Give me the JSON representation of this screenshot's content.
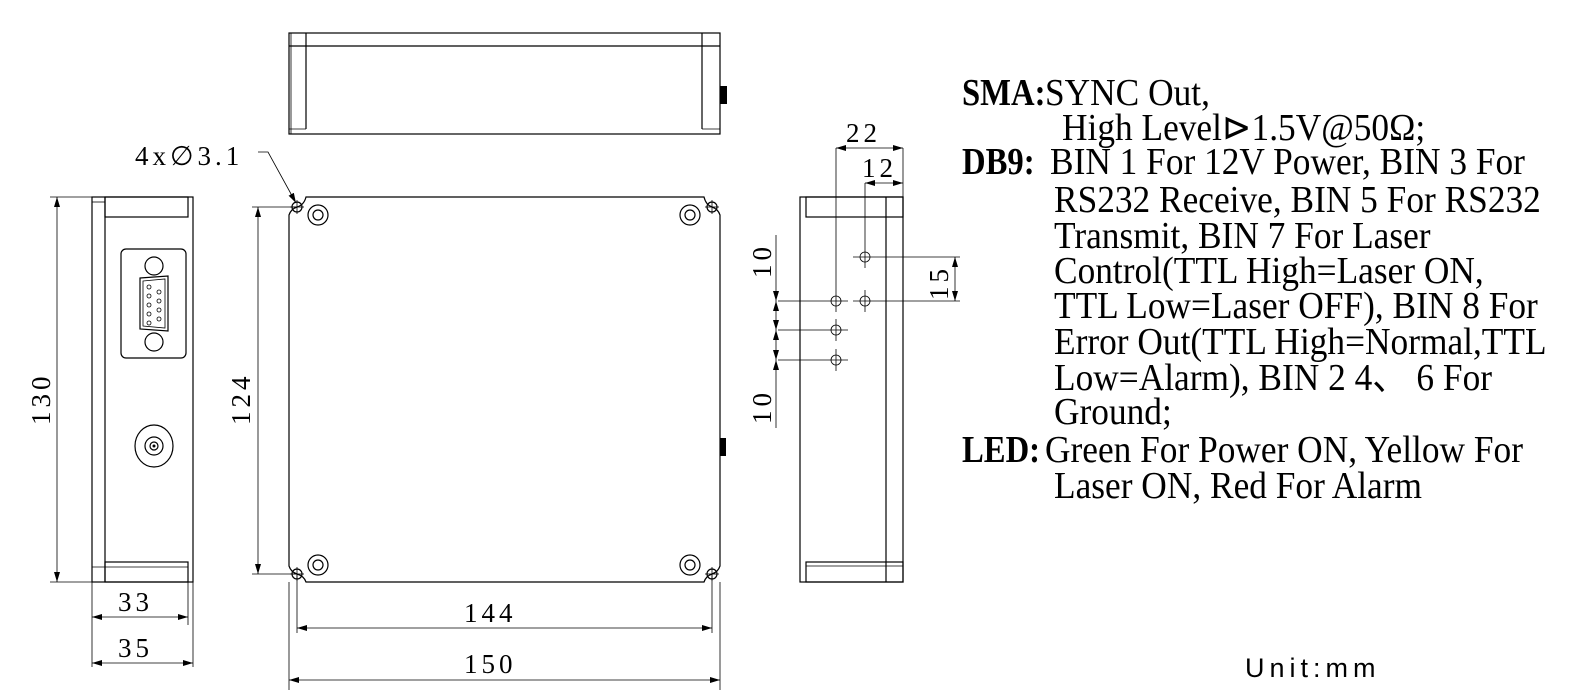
{
  "dimensions": {
    "hole_spec": "4x∅3.1",
    "height_130": "130",
    "width_33": "33",
    "width_35": "35",
    "hole_pitch_124": "124",
    "hole_pitch_144": "144",
    "length_150": "150",
    "offset_22": "22",
    "offset_12": "12",
    "spacing_15": "15",
    "spacing_10_top": "10",
    "spacing_10_bottom": "10"
  },
  "notes": {
    "sma_label": "SMA:",
    "sma_line1": "SYNC Out,",
    "sma_line2": "High  Level⊳1.5V@50Ω;",
    "db9_label": "DB9:",
    "db9_lines": [
      "BIN 1 For 12V Power, BIN 3 For",
      "RS232 Receive, BIN 5 For RS232",
      "Transmit, BIN 7 For Laser",
      "Control(TTL High=Laser ON,",
      "TTL Low=Laser OFF), BIN 8 For",
      "Error Out(TTL High=Normal,TTL",
      "Low=Alarm), BIN 2   4、 6 For",
      "Ground;"
    ],
    "led_label": "LED:",
    "led_lines": [
      "Green For Power ON, Yellow For",
      "Laser ON, Red For Alarm"
    ]
  },
  "unit": "Unit:mm"
}
